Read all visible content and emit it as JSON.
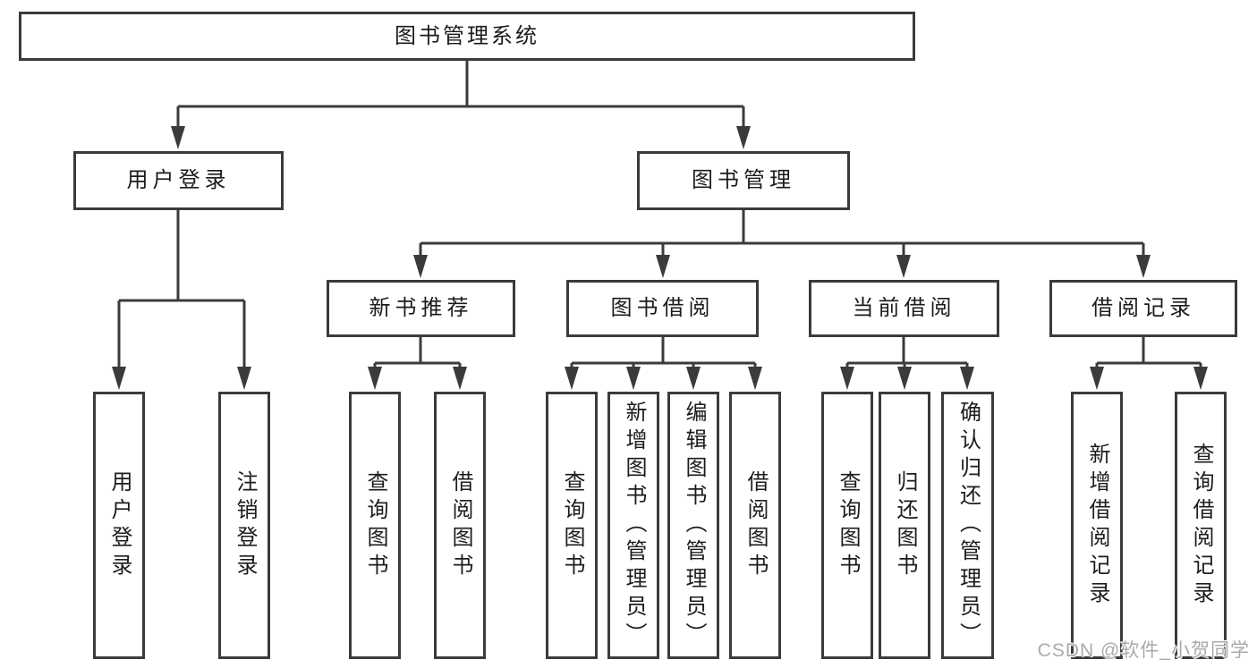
{
  "diagram": {
    "root": {
      "label": "图书管理系统"
    },
    "level2": [
      {
        "label": "用户登录",
        "children": [
          {
            "label": "用户登录"
          },
          {
            "label": "注销登录"
          }
        ]
      },
      {
        "label": "图书管理",
        "children": [
          {
            "label": "新书推荐",
            "children": [
              {
                "label": "查询图书"
              },
              {
                "label": "借阅图书"
              }
            ]
          },
          {
            "label": "图书借阅",
            "children": [
              {
                "label": "查询图书"
              },
              {
                "label": "新增图书（管理员）"
              },
              {
                "label": "编辑图书（管理员）"
              },
              {
                "label": "借阅图书"
              }
            ]
          },
          {
            "label": "当前借阅",
            "children": [
              {
                "label": "查询图书"
              },
              {
                "label": "归还图书"
              },
              {
                "label": "确认归还（管理员）"
              }
            ]
          },
          {
            "label": "借阅记录",
            "children": [
              {
                "label": "新增借阅记录"
              },
              {
                "label": "查询借阅记录"
              }
            ]
          }
        ]
      }
    ]
  },
  "watermark": {
    "text": "CSDN @软件_小贺同学"
  },
  "colors": {
    "line": "#3b3b3b",
    "box_border": "#3b3b3b",
    "box_bg": "#ffffff",
    "text": "#1c1c1c",
    "watermark": "#a9a9ae"
  }
}
